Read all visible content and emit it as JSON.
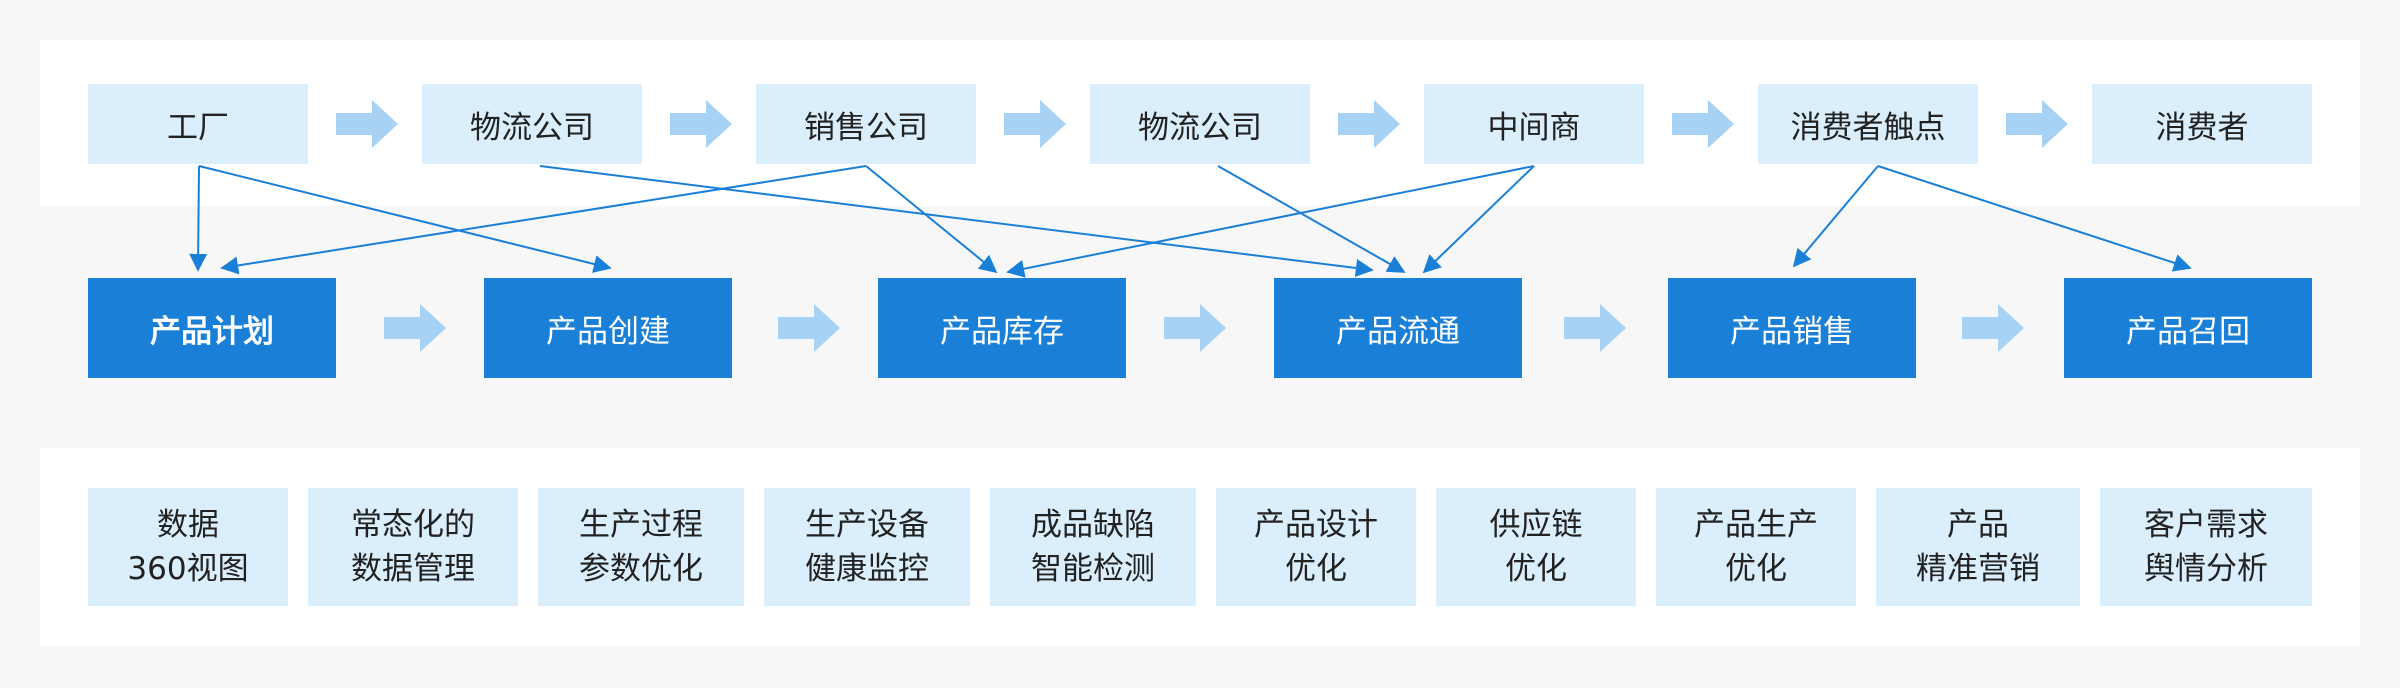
{
  "entities": [
    "工厂",
    "物流公司",
    "销售公司",
    "物流公司",
    "中间商",
    "消费者触点",
    "消费者"
  ],
  "stages": [
    "产品计划",
    "产品创建",
    "产品库存",
    "产品流通",
    "产品销售",
    "产品召回"
  ],
  "capabilities": [
    {
      "line1": "数据",
      "line2": "360视图"
    },
    {
      "line1": "常态化的",
      "line2": "数据管理"
    },
    {
      "line1": "生产过程",
      "line2": "参数优化"
    },
    {
      "line1": "生产设备",
      "line2": "健康监控"
    },
    {
      "line1": "成品缺陷",
      "line2": "智能检测"
    },
    {
      "line1": "产品设计",
      "line2": "优化"
    },
    {
      "line1": "供应链",
      "line2": "优化"
    },
    {
      "line1": "产品生产",
      "line2": "优化"
    },
    {
      "line1": "产品",
      "line2": "精准营销"
    },
    {
      "line1": "客户需求",
      "line2": "舆情分析"
    }
  ],
  "colors": {
    "background": "#f7f7f8",
    "panel": "#ffffff",
    "light_box": "#dbeefc",
    "stage_box": "#1a7fd6",
    "flow_arrow": "#a8d2f4",
    "connector": "#1a7fd6"
  }
}
